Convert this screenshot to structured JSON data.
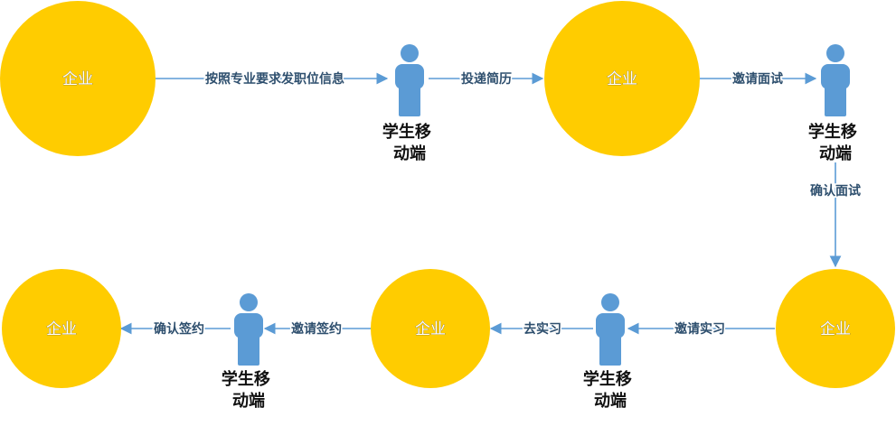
{
  "colors": {
    "enterprise_fill": "#ffcc00",
    "person_fill": "#5b9bd5",
    "arrow": "#5b9bd5"
  },
  "nodes": {
    "enterprise_1": "企业",
    "enterprise_2": "企业",
    "enterprise_3": "企业",
    "enterprise_4": "企业",
    "enterprise_5": "企业",
    "student_1": [
      "学生移",
      "动端"
    ],
    "student_2": [
      "学生移",
      "动端"
    ],
    "student_3": [
      "学生移",
      "动端"
    ],
    "student_4": [
      "学生移",
      "动端"
    ]
  },
  "edges": {
    "publish": "按照专业要求发职位信息",
    "submit_resume": "投递简历",
    "invite_interview": "邀请面试",
    "confirm_interview": "确认面试",
    "invite_internship": "邀请实习",
    "go_internship": "去实习",
    "invite_contract": "邀请签约",
    "confirm_contract": "确认签约"
  },
  "person_icon": "person-icon"
}
